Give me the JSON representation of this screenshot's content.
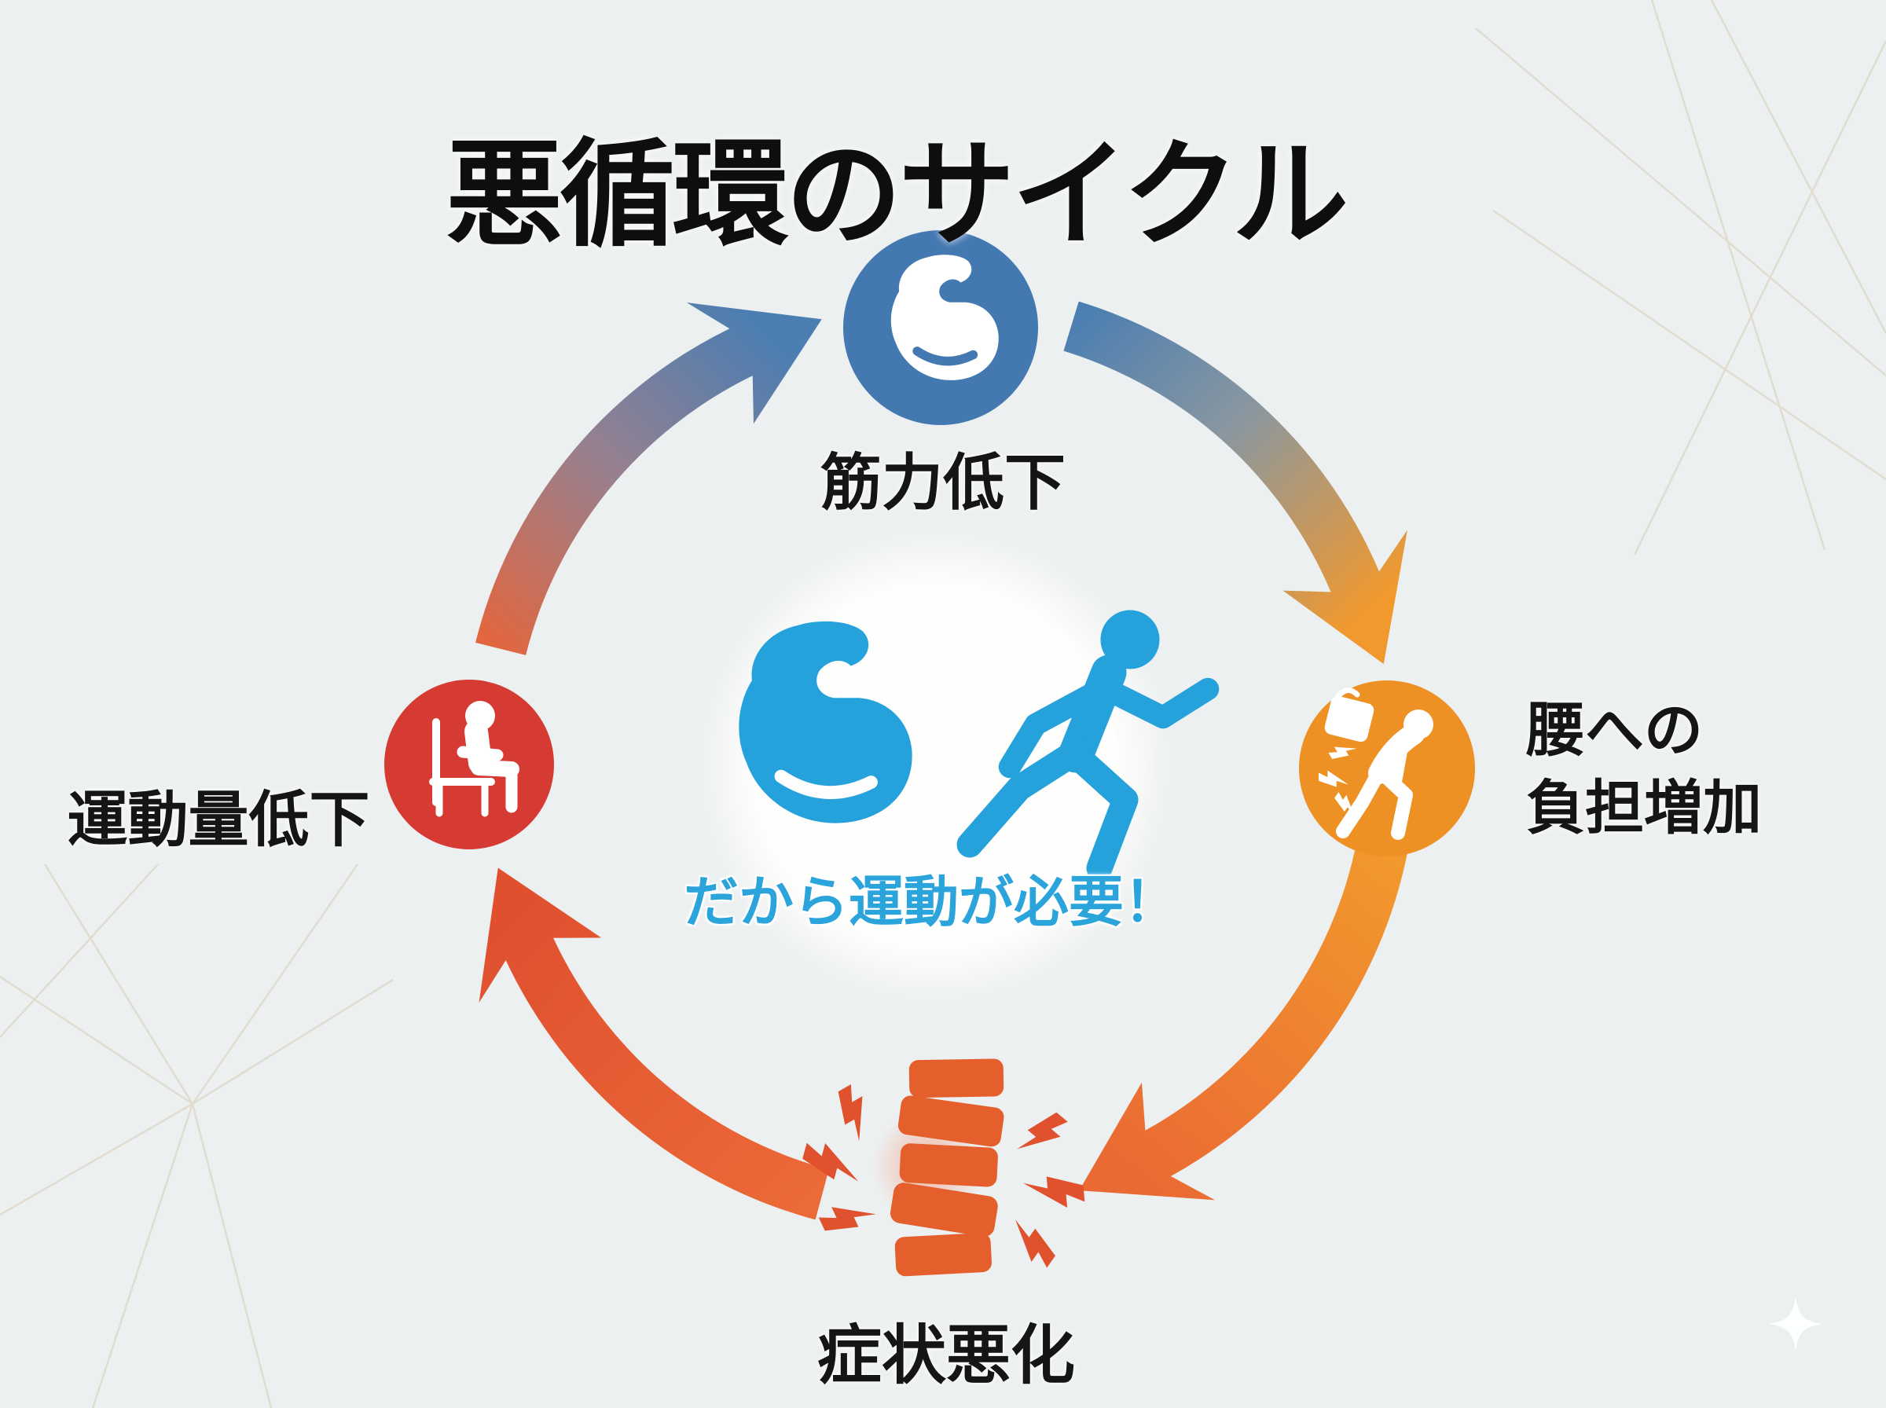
{
  "title": "悪循環のサイクル",
  "cycle": {
    "nodes": [
      {
        "id": "muscle-weakness",
        "label": "筋力低下",
        "color": "#4478b1",
        "icon": "bicep-icon"
      },
      {
        "id": "back-burden",
        "label": "腰への\n負担増加",
        "color": "#ee9125",
        "icon": "carry-heavy-load-icon"
      },
      {
        "id": "symptom-worsening",
        "label": "症状悪化",
        "color": "#e55f2d",
        "icon": "spine-pain-icon"
      },
      {
        "id": "less-exercise",
        "label": "運動量低下",
        "color": "#d63b33",
        "icon": "sitting-person-icon"
      }
    ],
    "arrows": [
      {
        "from": "筋力低下",
        "to": "腰への負担増加",
        "gradient": [
          "#4b7eb2",
          "#f2992d"
        ]
      },
      {
        "from": "腰への負担増加",
        "to": "症状悪化",
        "gradient": [
          "#f2992d",
          "#ea6a33"
        ]
      },
      {
        "from": "症状悪化",
        "to": "運動量低下",
        "gradient": [
          "#ec6a38",
          "#e0502f"
        ]
      },
      {
        "from": "運動量低下",
        "to": "筋力低下",
        "gradient": [
          "#e2663f",
          "#4b7eb2"
        ]
      }
    ],
    "center": {
      "message": "だから運動が必要！",
      "icons": [
        "bicep-icon",
        "runner-icon"
      ],
      "icon_color": "#25a2db",
      "text_color": "#2ba3db"
    }
  },
  "background": {
    "color": "#edf0f1",
    "decor_line_color": "#d8cdb6",
    "sparkle_icon": "sparkle-icon"
  }
}
